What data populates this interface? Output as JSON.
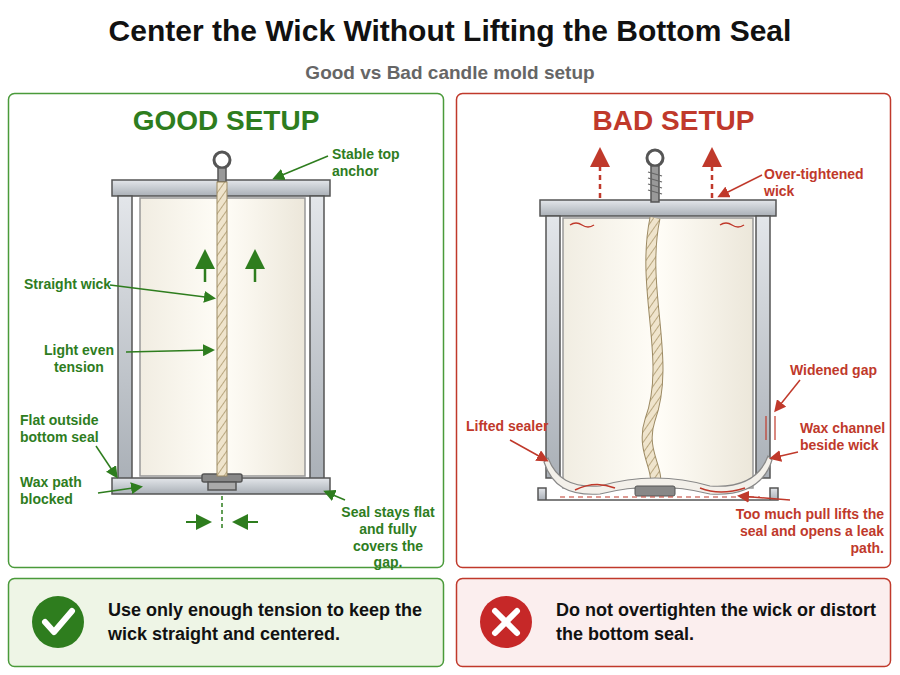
{
  "diagram": {
    "title": "Center the Wick Without Lifting the Bottom Seal",
    "nodes": [
      {
        "text": [
          "GOOD SETUP"
        ]
      },
      {
        "text": [
          "BAD SETUP"
        ]
      },
      {
        "text": [
          "Use only enough tension to keep the wick straight and centered."
        ]
      },
      {
        "text": [
          "Do not overtighten the wick or distort the bottom seal."
        ]
      }
    ],
    "labels": [
      "Good vs Bad candle mold setup",
      "Stable top anchor",
      "Straight wick",
      "Light even tension",
      "Flat outside bottom seal",
      "Wax path blocked",
      "Seal stays flat and fully covers the gap.",
      "Over-tightened wick",
      "Widened gap",
      "Lifted sealer",
      "Wax channel beside wick",
      "Too much pull lifts the seal and opens a leak path."
    ]
  }
}
